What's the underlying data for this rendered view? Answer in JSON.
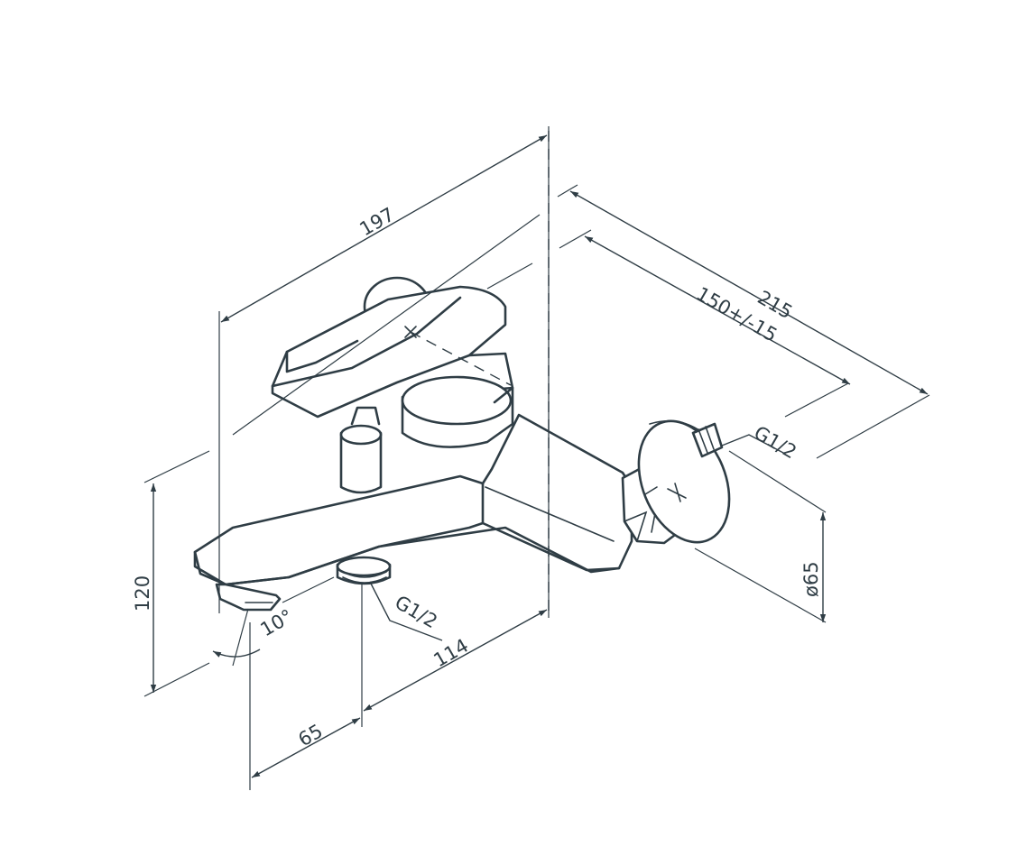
{
  "drawing": {
    "line_color": "#2f3d45",
    "background": "#ffffff",
    "dimensions": {
      "overall_width": "197",
      "depth": "215",
      "wall_spacing": "150+/-15",
      "outlet_offset": "114",
      "spout_offset": "65",
      "height": "120",
      "spout_angle": "10°",
      "inlet_thread": "G1/2",
      "outlet_thread": "G1/2",
      "flange_diameter": "ø65"
    }
  }
}
